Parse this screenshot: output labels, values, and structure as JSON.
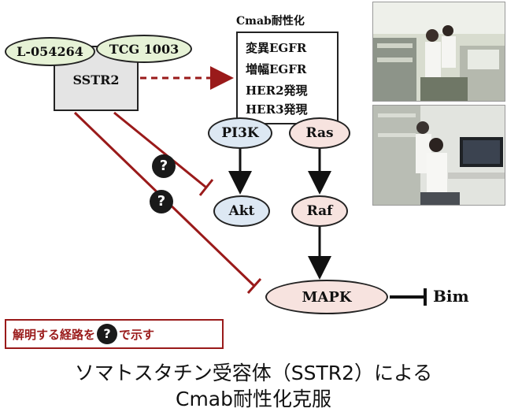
{
  "receptor": {
    "ligand1": "L-054264",
    "ligand2": "TCG 1003",
    "box_label": "SSTR2"
  },
  "resistance": {
    "title": "Cmab耐性化",
    "lines": [
      "変異EGFR",
      "増幅EGFR",
      "HER2発現",
      "HER3発現"
    ]
  },
  "nodes": {
    "pi3k": "PI3K",
    "ras": "Ras",
    "akt": "Akt",
    "raf": "Raf",
    "mapk": "MAPK",
    "bim": "Bim"
  },
  "unknown_marker": "?",
  "legend": {
    "prefix": "解明する経路を",
    "suffix": "で示す"
  },
  "caption": {
    "line1": "ソマトスタチン受容体（SSTR2）による",
    "line2": "Cmab耐性化克服"
  },
  "colors": {
    "inhibit_line": "#9a1a1a",
    "arrow": "#111111",
    "dashed_arrow": "#9a1a1a",
    "green_fill": "#e6f2d6",
    "blue_fill": "#dde8f3",
    "pink_fill": "#f7e3df"
  }
}
